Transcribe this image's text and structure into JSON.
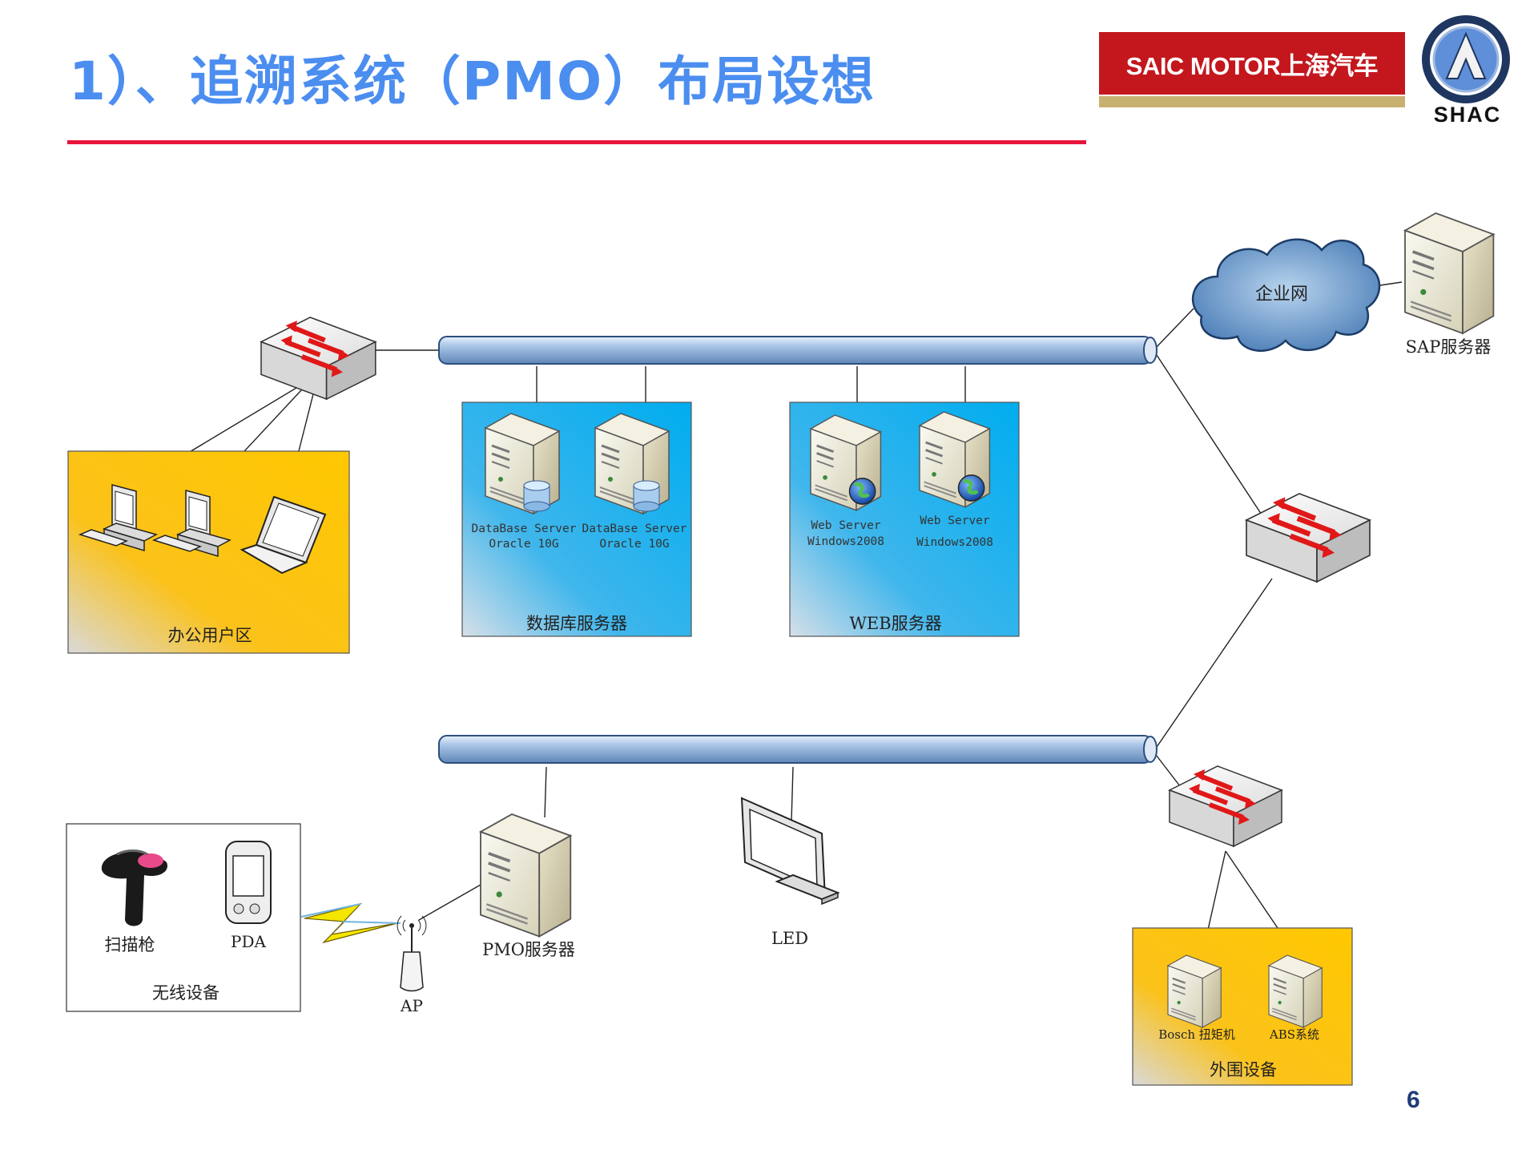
{
  "title": "1）、追溯系统（PMO）布局设想",
  "logo": {
    "brand": "SAIC MOTOR上海汽车",
    "emblem": "SHAC"
  },
  "page_number": "6",
  "cloud": {
    "label": "企业网"
  },
  "sap": {
    "label": "SAP服务器"
  },
  "office_zone": {
    "label": "办公用户区"
  },
  "db_zone": {
    "label": "数据库服务器",
    "servers": [
      {
        "line1": "DataBase Server",
        "line2": "Oracle 10G"
      },
      {
        "line1": "DataBase Server",
        "line2": "Oracle 10G"
      }
    ]
  },
  "web_zone": {
    "label": "WEB服务器",
    "servers": [
      {
        "line1": "Web Server",
        "line2": "Windows2008"
      },
      {
        "line1": "Web Server",
        "line2": "Windows2008"
      }
    ]
  },
  "wireless_zone": {
    "label": "无线设备",
    "scanner": "扫描枪",
    "pda": "PDA"
  },
  "ap": {
    "label": "AP"
  },
  "pmo": {
    "label": "PMO服务器"
  },
  "led": {
    "label": "LED"
  },
  "peripheral_zone": {
    "label": "外围设备",
    "bosch": "Bosch 扭矩机",
    "abs": "ABS系统"
  },
  "colors": {
    "title": "#4b8ef0",
    "accent_line": "#e8143c",
    "logo_red": "#c3171d",
    "page_num": "#1f3b7a"
  }
}
